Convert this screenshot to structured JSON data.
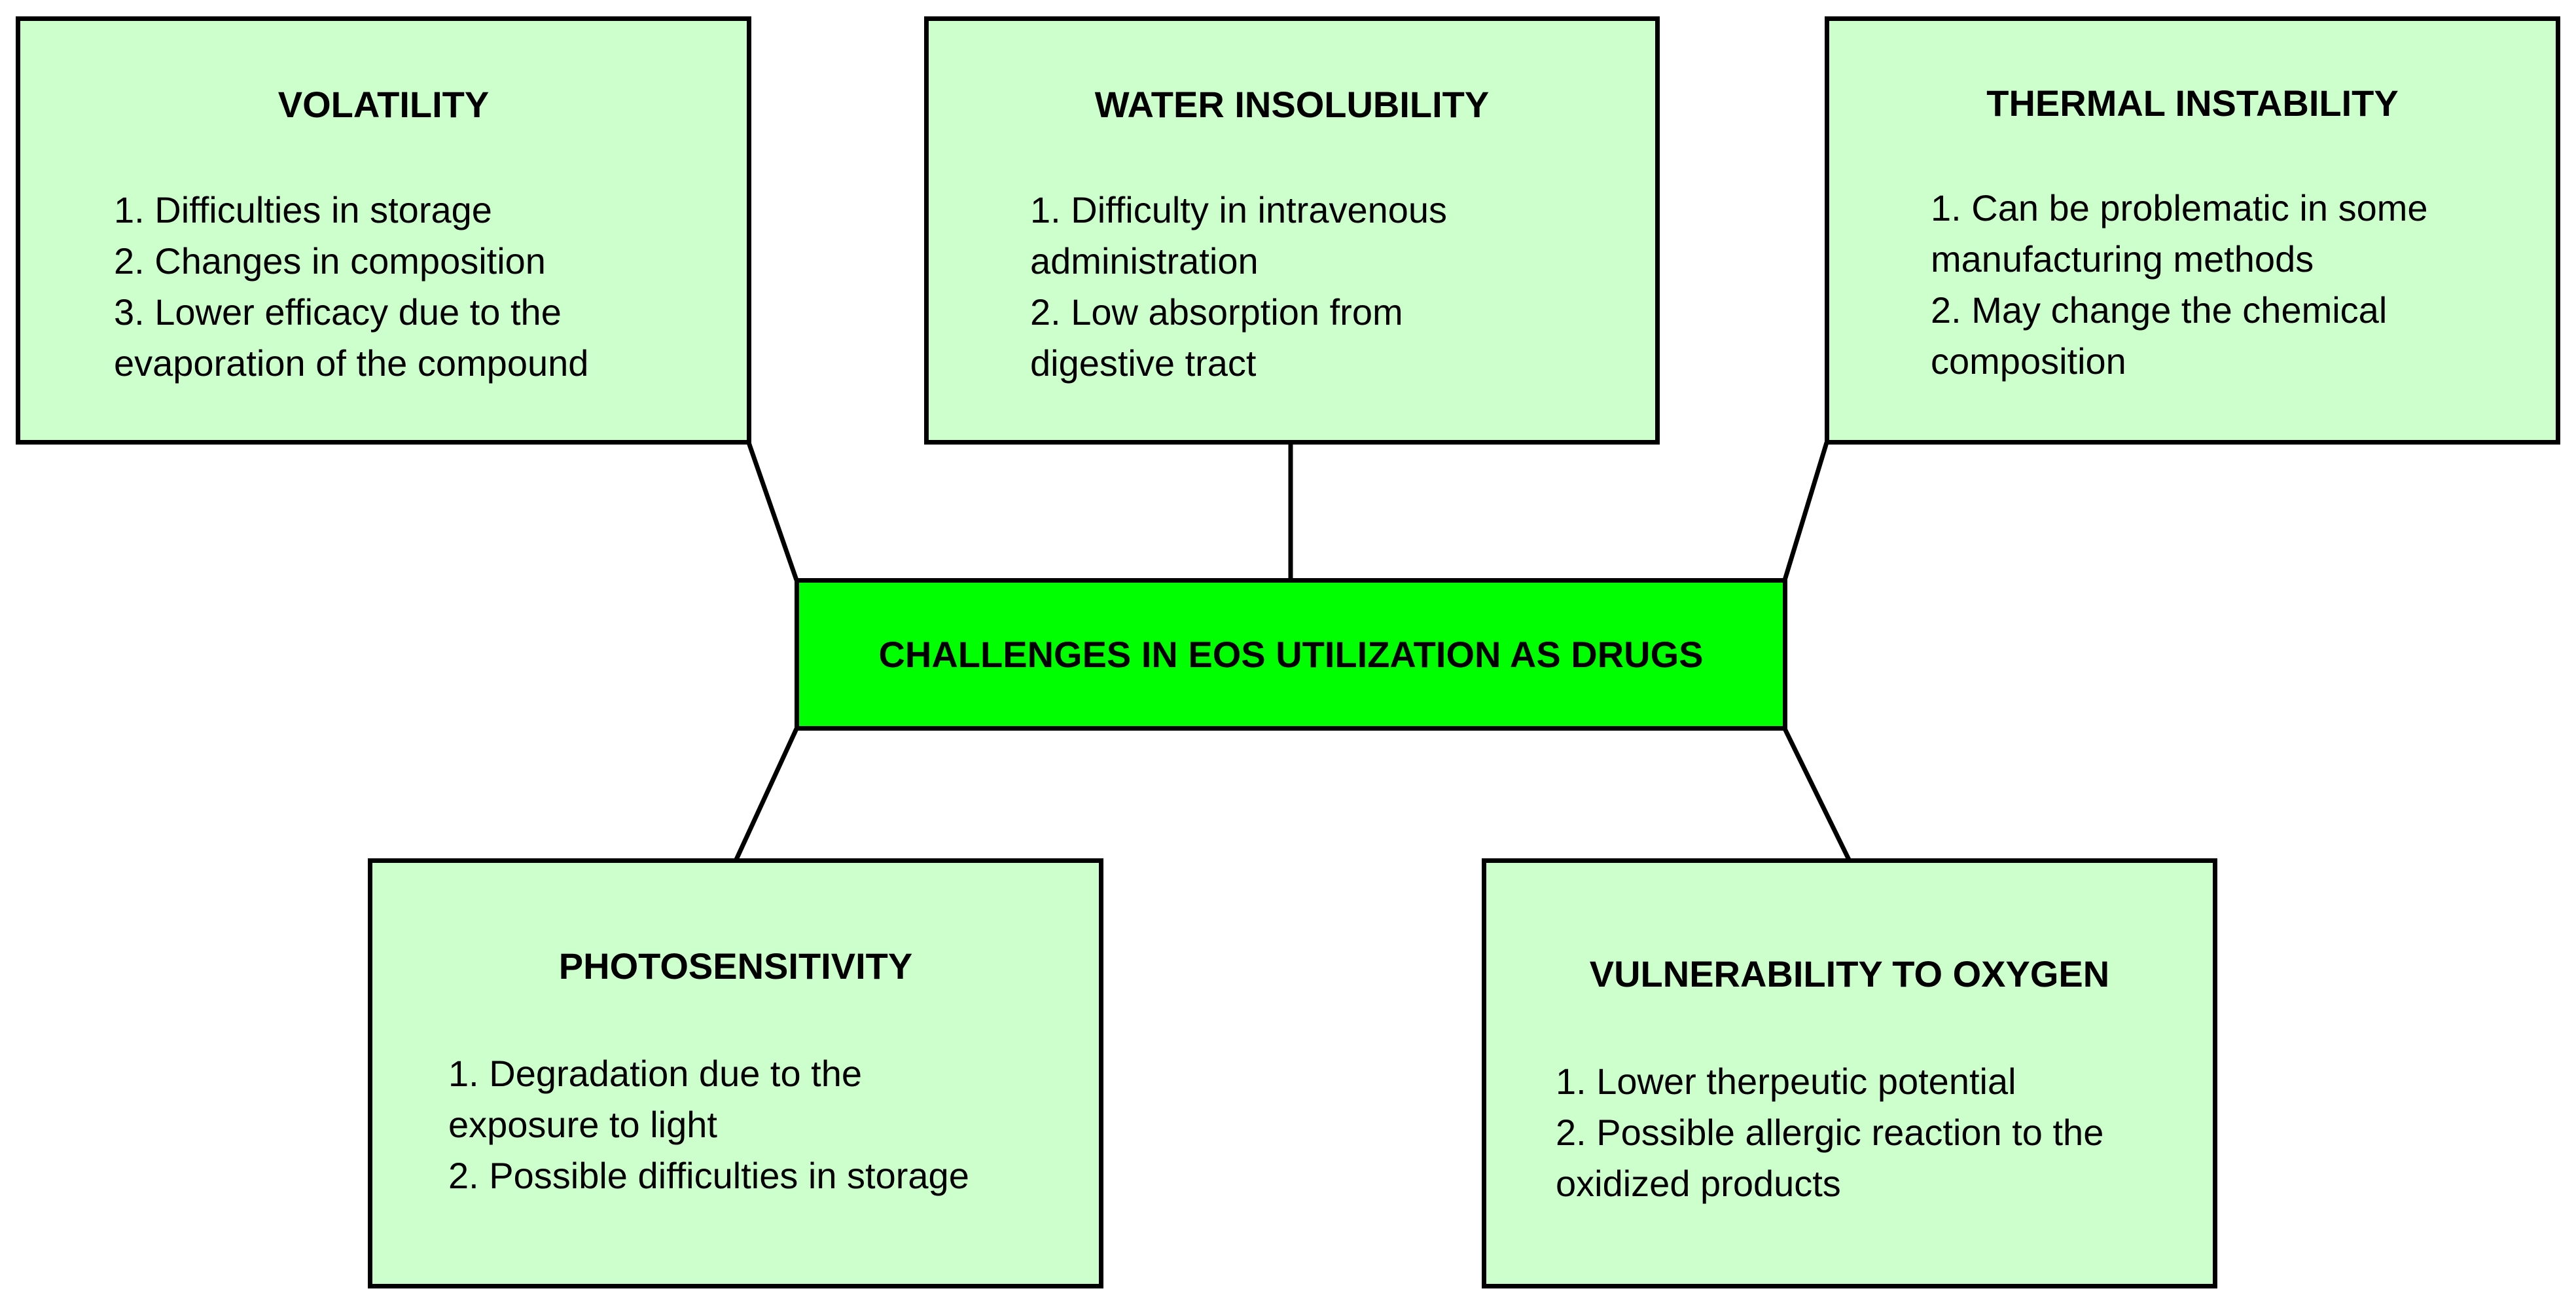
{
  "diagram": {
    "center": {
      "title": "CHALLENGES IN EOS UTILIZATION AS DRUGS"
    },
    "volatility": {
      "title": "VOLATILITY",
      "items": [
        "1. Difficulties in storage",
        "2. Changes in composition",
        "3. Lower efficacy due to the",
        "evaporation of the compound"
      ]
    },
    "water_insolubility": {
      "title": "WATER INSOLUBILITY",
      "items": [
        "1. Difficulty in intravenous",
        "administration",
        "2. Low absorption from",
        "digestive tract"
      ]
    },
    "thermal_instability": {
      "title": "THERMAL INSTABILITY",
      "items": [
        "1. Can be problematic in some",
        "manufacturing methods",
        "2. May change the chemical",
        "composition"
      ]
    },
    "photosensitivity": {
      "title": "PHOTOSENSITIVITY",
      "items": [
        "1. Degradation due to the",
        "exposure to light",
        "2. Possible difficulties in storage"
      ]
    },
    "oxygen": {
      "title": "VULNERABILITY TO OXYGEN",
      "items": [
        "1. Lower therpeutic potential",
        "2. Possible allergic reaction to the",
        "oxidized products"
      ]
    },
    "colors": {
      "box_fill": "#ccffcc",
      "center_fill": "#00ff00",
      "stroke": "#000000"
    }
  }
}
